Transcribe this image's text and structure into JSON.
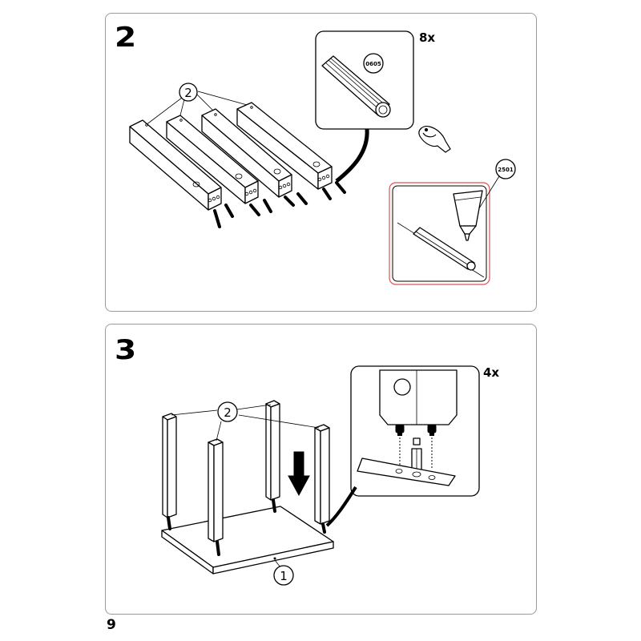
{
  "page_number": "9",
  "steps": [
    {
      "number": "2",
      "part_callout": "2",
      "dowel_quantity": "8x",
      "dowel_part_code": "0605",
      "glue_part_code": "2501"
    },
    {
      "number": "3",
      "legs_callout": "2",
      "base_callout": "1",
      "detail_quantity": "4x"
    }
  ],
  "colors": {
    "panel_border": "#9a9a9a",
    "glue_detail_border": "#d9534f",
    "ink": "#000000"
  },
  "icons": [
    "hand-pinch-icon",
    "glue-tube-icon",
    "down-arrow-icon",
    "dowel-icon"
  ]
}
